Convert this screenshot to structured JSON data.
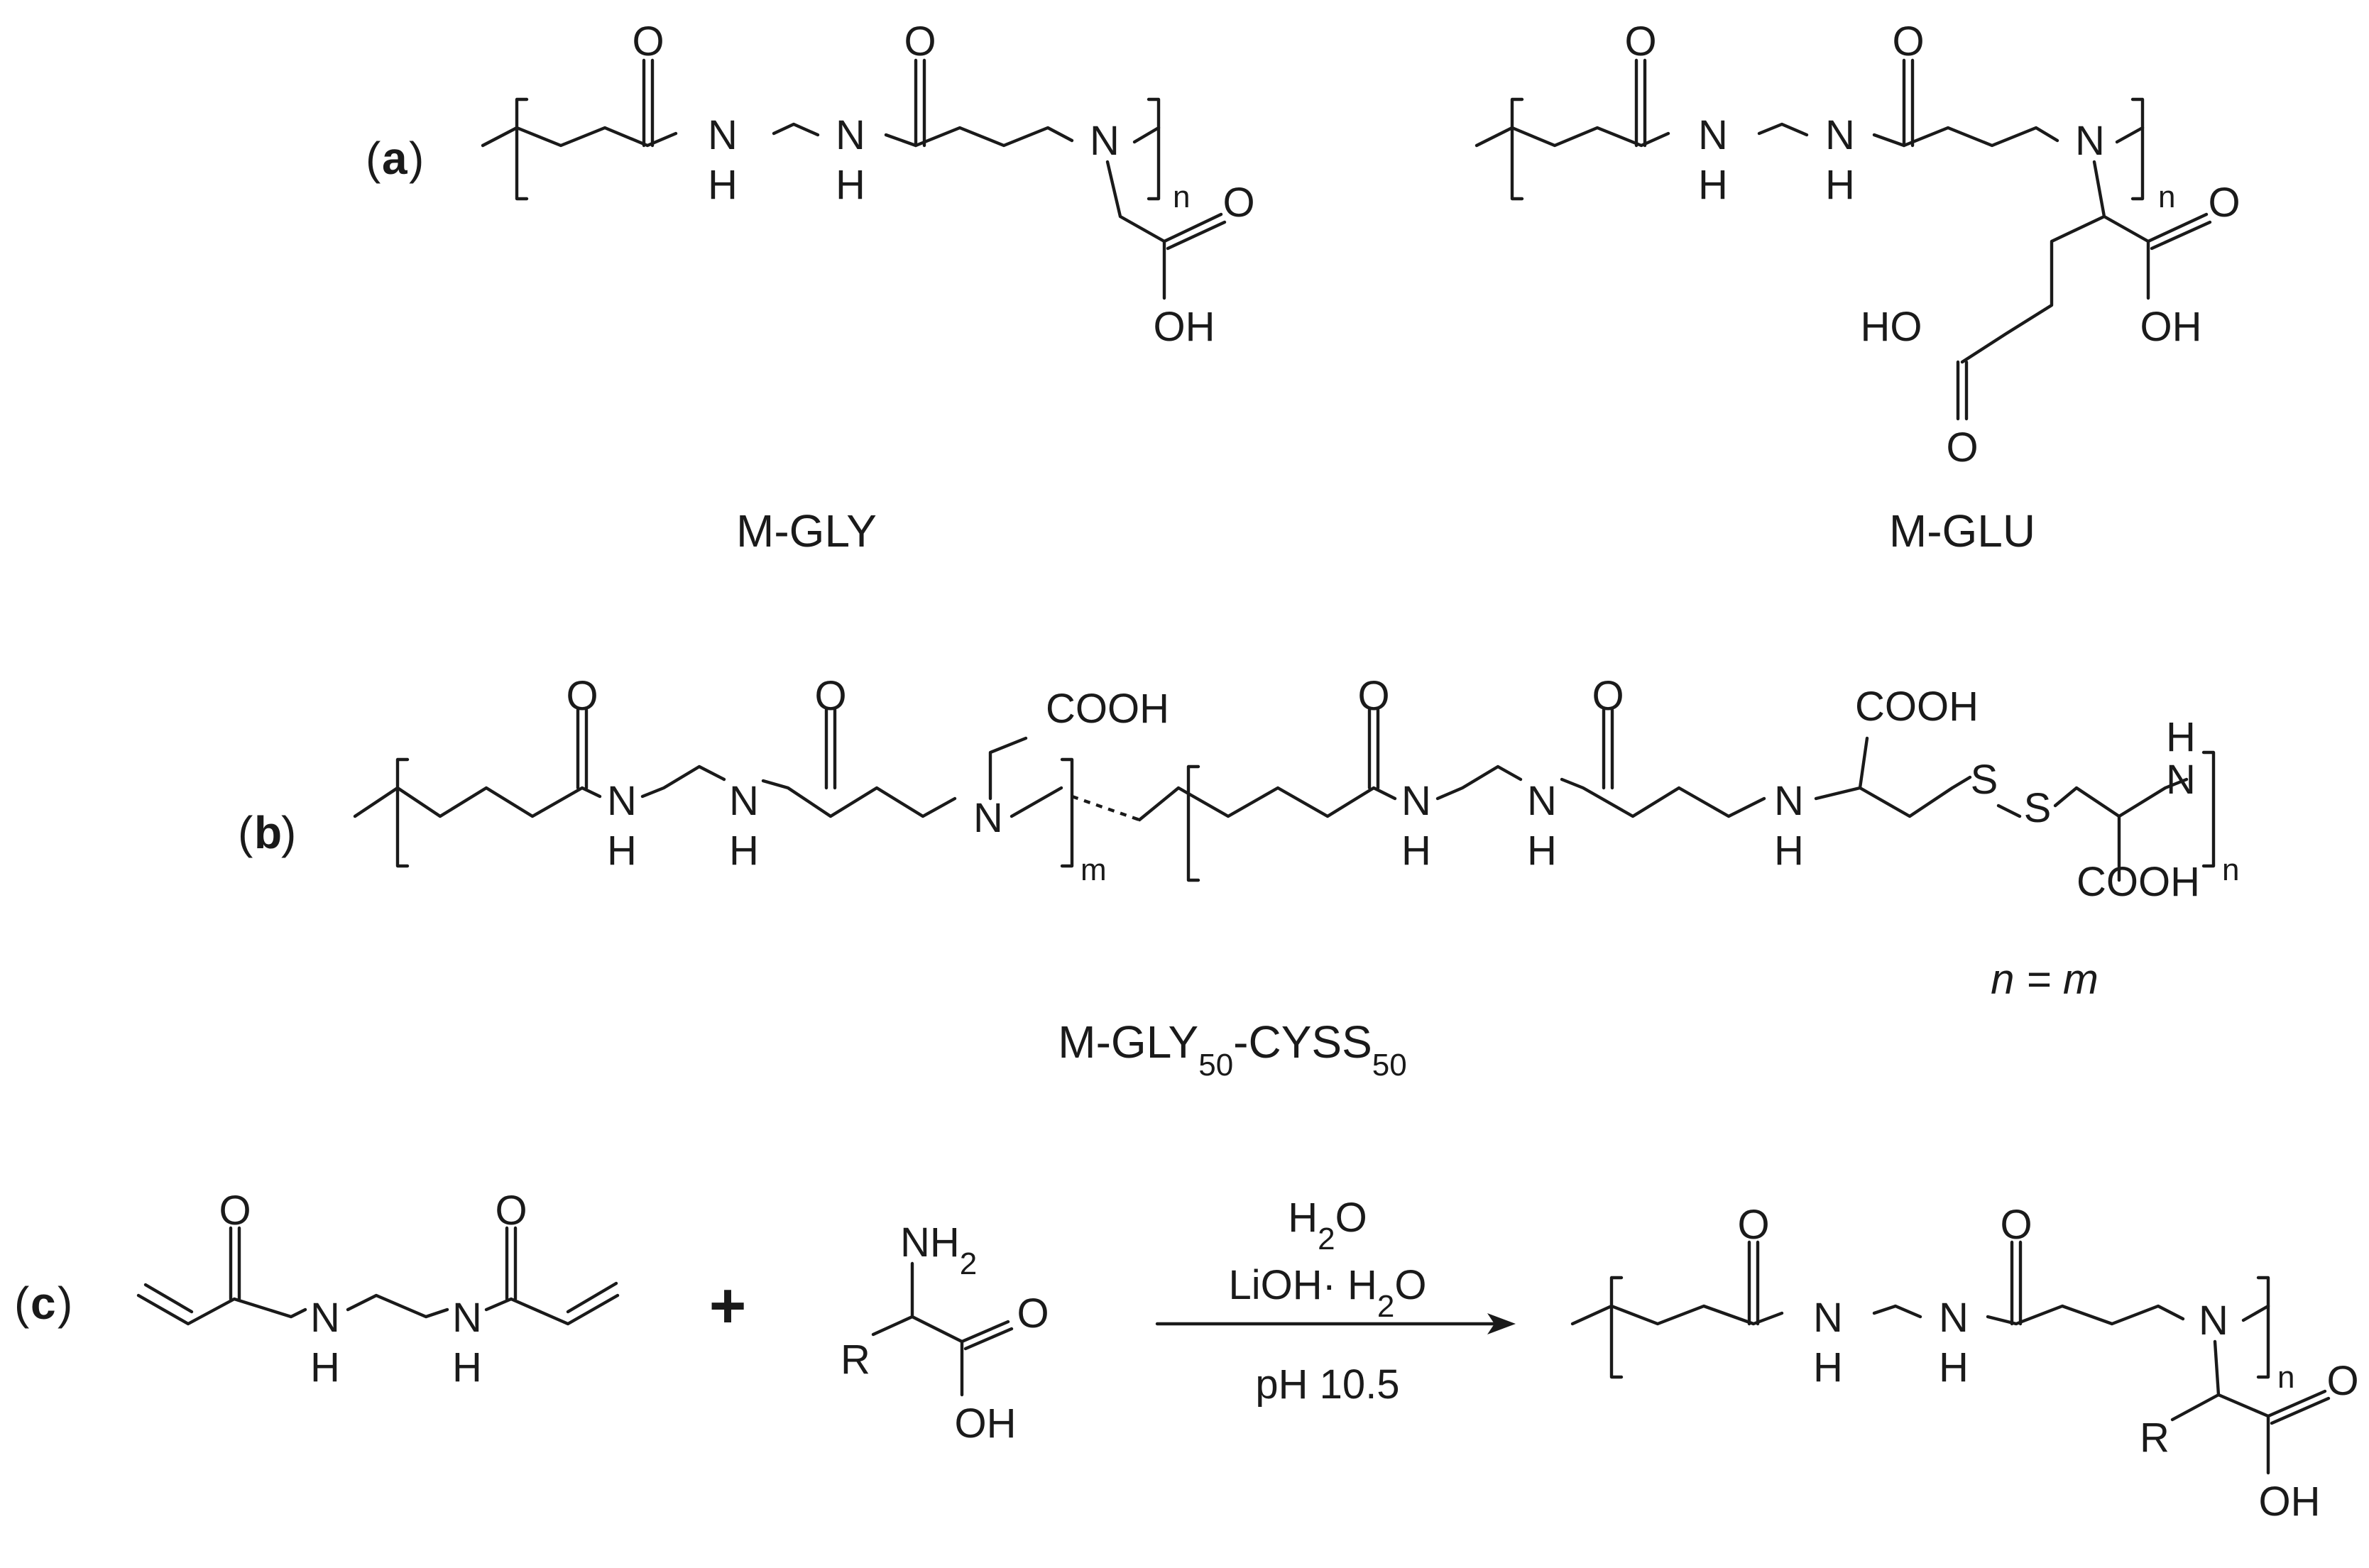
{
  "panels": {
    "a": {
      "letter": "a",
      "left_structure": {
        "name": "M-GLY",
        "repeat": "n",
        "atoms": {
          "O": "O",
          "NH": "N",
          "H": "H",
          "N": "N",
          "OH": "OH"
        }
      },
      "right_structure": {
        "name": "M-GLU",
        "repeat": "n",
        "atoms": {
          "O": "O",
          "N": "N",
          "H": "H",
          "OH": "OH",
          "HO": "HO"
        }
      }
    },
    "b": {
      "letter": "b",
      "structure": {
        "name_main": "M-GLY",
        "name_sub1": "50",
        "name_mid": "-CYSS",
        "name_sub2": "50"
      },
      "repeat_m": "m",
      "repeat_n": "n",
      "groups": {
        "COOH": "COOH",
        "S": "S",
        "N": "N",
        "H": "H",
        "O": "O"
      },
      "relation": "n = m"
    },
    "c": {
      "letter": "c",
      "plus": "+",
      "amine": {
        "NH": "NH",
        "sub": "2",
        "R": "R",
        "O": "O",
        "OH": "OH"
      },
      "conditions": {
        "line1_main": "H",
        "line1_sub": "2",
        "line1_tail": "O",
        "line2_main": "LiOH· H",
        "line2_sub": "2",
        "line2_tail": "O",
        "line3": "pH 10.5"
      },
      "product": {
        "repeat": "n",
        "R": "R",
        "O": "O",
        "OH": "OH",
        "N": "N",
        "H": "H"
      }
    },
    "paren_open": "(",
    "paren_close": ")"
  }
}
